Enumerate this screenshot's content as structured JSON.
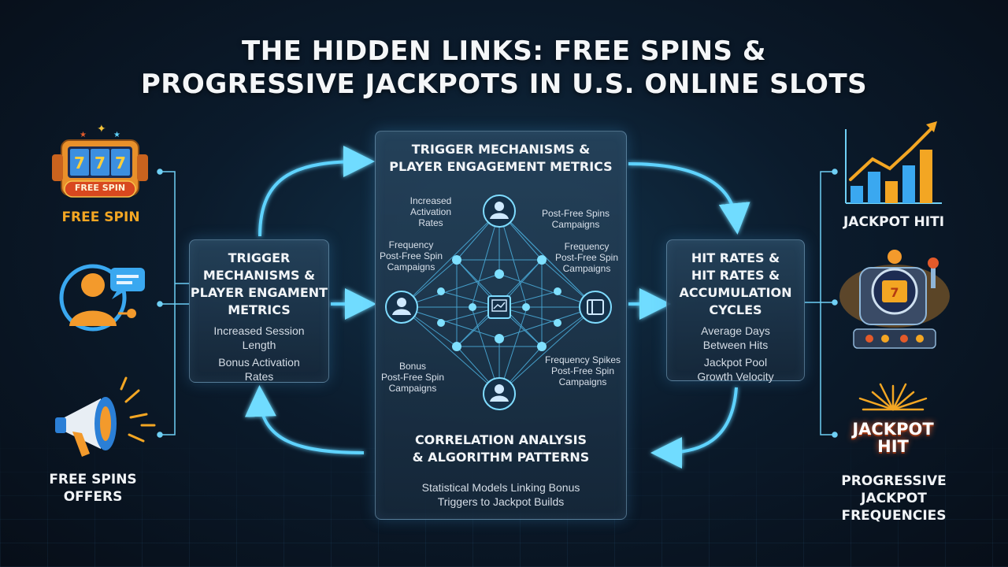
{
  "title": {
    "line1": "THE HIDDEN LINKS: FREE SPINS &",
    "line2": "PROGRESSIVE JACKPOTS IN U.S. ONLINE SLOTS"
  },
  "left_column": {
    "item1": {
      "icon": "slot-machine-icon",
      "badge": "FREE SPIN",
      "label": "FREE SPIN"
    },
    "item2": {
      "icon": "player-chat-icon"
    },
    "item3": {
      "icon": "megaphone-icon",
      "label_line1": "FREE SPINS",
      "label_line2": "OFFERS"
    }
  },
  "left_panel": {
    "head_line1": "TRIGGER",
    "head_line2": "MECHANISMS &",
    "head_line3": "PLAYER ENGAMENT",
    "head_line4": "METRICS",
    "sub1_line1": "Increased Session",
    "sub1_line2": "Length",
    "sub2_line1": "Bonus Activation",
    "sub2_line2": "Rates"
  },
  "center_panel": {
    "head_line1": "TRIGGER MECHANISMS &",
    "head_line2": "PLAYER ENGAGEMENT METRICS",
    "labels": {
      "tl1": "Increased",
      "tl2": "Activation",
      "tl3": "Rates",
      "tr1": "Post-Free Spins",
      "tr2": "Campaigns",
      "ml1": "Frequency",
      "ml2": "Post-Free Spin",
      "ml3": "Campaigns",
      "mr1": "Frequency",
      "mr2": "Post-Free Spin",
      "mr3": "Campaigns",
      "bl1": "Bonus",
      "bl2": "Post-Free Spin",
      "bl3": "Campaigns",
      "br1": "Frequency Spikes",
      "br2": "Post-Free Spin",
      "br3": "Campaigns"
    },
    "bottom_head_line1": "CORRELATION ANALYSIS",
    "bottom_head_line2": "& ALGORITHM PATTERNS",
    "bottom_sub_line1": "Statistical Models Linking Bonus",
    "bottom_sub_line2": "Triggers to Jackpot Builds"
  },
  "right_panel": {
    "head_line1": "HIT RATES &",
    "head_line2": "HIT RATES &",
    "head_line3": "ACCUMULATION",
    "head_line4": "CYCLES",
    "sub1_line1": "Average Days",
    "sub1_line2": "Between Hits",
    "sub2_line1": "Jackpot Pool",
    "sub2_line2": "Growth Velocity"
  },
  "right_column": {
    "item1": {
      "icon": "rising-bar-chart-icon",
      "label": "JACKPOT HITI"
    },
    "item2": {
      "icon": "jackpot-machine-icon"
    },
    "item3": {
      "icon": "fireworks-icon",
      "badge_line1": "JACKPOT",
      "badge_line2": "HIT",
      "label_line1": "PROGRESSIVE",
      "label_line2": "JACKPOT",
      "label_line3": "FREQUENCIES"
    }
  },
  "colors": {
    "accent_blue": "#5fd3ff",
    "gold": "#f3a623",
    "panel_border": "#96c8e6",
    "background": "#0b1b2c"
  }
}
